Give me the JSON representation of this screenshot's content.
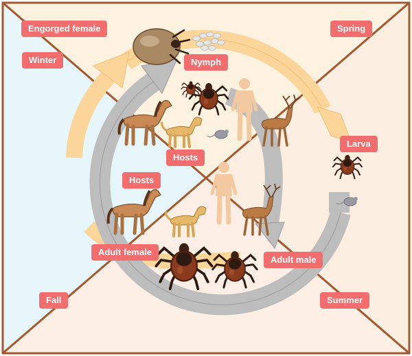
{
  "seasons": {
    "winter": "Winter",
    "spring": "Spring",
    "summer": "Summer",
    "fall": "Fall"
  },
  "stages": {
    "engorged_female": "Engorged female",
    "nymph": "Nymph",
    "larva": "Larva",
    "adult_female": "Adult female",
    "adult_male": "Adult male"
  },
  "hosts": {
    "upper": "Hosts",
    "lower": "Hosts"
  },
  "colors": {
    "label_bg": "#f26d6d",
    "winter_bg": "#e6f6fb",
    "spring_bg": "#fdf1e0",
    "summer_bg": "#fdeee2",
    "fall_bg": "#fdefe5",
    "frame": "#a3592f",
    "outer_arrow": "#fcd59a",
    "inner_arrow": "#bdbdbd",
    "tick": "#8a3a1d"
  }
}
